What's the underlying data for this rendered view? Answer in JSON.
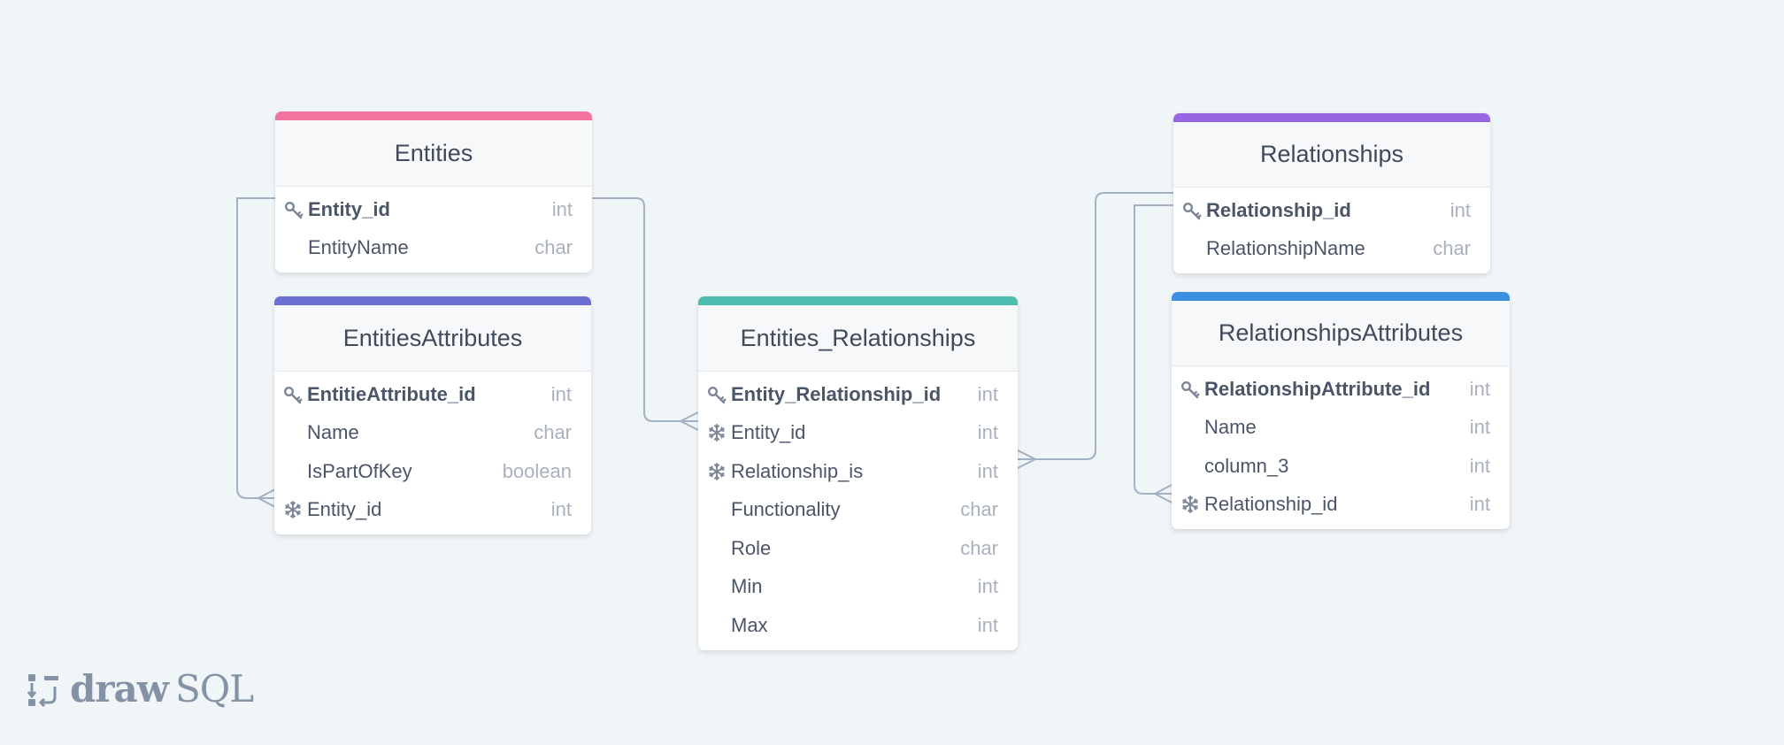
{
  "tables": {
    "entities": {
      "name": "Entities",
      "accent": "#f472a0",
      "columns": [
        {
          "name": "Entity_id",
          "type": "int",
          "key": "primary"
        },
        {
          "name": "EntityName",
          "type": "char",
          "key": ""
        }
      ]
    },
    "entities_attributes": {
      "name": "EntitiesAttributes",
      "accent": "#6b6fd4",
      "columns": [
        {
          "name": "EntitieAttribute_id",
          "type": "int",
          "key": "primary"
        },
        {
          "name": "Name",
          "type": "char",
          "key": ""
        },
        {
          "name": "IsPartOfKey",
          "type": "boolean",
          "key": ""
        },
        {
          "name": "Entity_id",
          "type": "int",
          "key": "foreign"
        }
      ]
    },
    "entities_relationships": {
      "name": "Entities_Relationships",
      "accent": "#4dbdb0",
      "columns": [
        {
          "name": "Entity_Relationship_id",
          "type": "int",
          "key": "primary"
        },
        {
          "name": "Entity_id",
          "type": "int",
          "key": "foreign"
        },
        {
          "name": "Relationship_is",
          "type": "int",
          "key": "foreign"
        },
        {
          "name": "Functionality",
          "type": "char",
          "key": ""
        },
        {
          "name": "Role",
          "type": "char",
          "key": ""
        },
        {
          "name": "Min",
          "type": "int",
          "key": ""
        },
        {
          "name": "Max",
          "type": "int",
          "key": ""
        }
      ]
    },
    "relationships": {
      "name": "Relationships",
      "accent": "#9766e0",
      "columns": [
        {
          "name": "Relationship_id",
          "type": "int",
          "key": "primary"
        },
        {
          "name": "RelationshipName",
          "type": "char",
          "key": ""
        }
      ]
    },
    "relationships_attributes": {
      "name": "RelationshipsAttributes",
      "accent": "#3b8fe0",
      "columns": [
        {
          "name": "RelationshipAttribute_id",
          "type": "int",
          "key": "primary"
        },
        {
          "name": "Name",
          "type": "int",
          "key": ""
        },
        {
          "name": "column_3",
          "type": "int",
          "key": ""
        },
        {
          "name": "Relationship_id",
          "type": "int",
          "key": "foreign"
        }
      ]
    }
  },
  "icons": {
    "primary_key": "key-icon",
    "foreign_key": "snowflake-icon"
  },
  "colors": {
    "background": "#f0f5f8",
    "connector": "#a3b1c4",
    "logo": "#8492a6"
  },
  "logo": {
    "part1": "draw",
    "part2": "SQL"
  }
}
